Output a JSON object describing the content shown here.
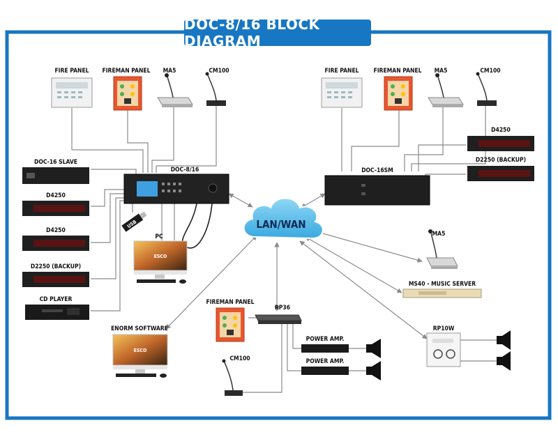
{
  "title": "DOC-8/16 BLOCK DIAGRAM",
  "cloud_label": "LAN/WAN",
  "labels": {
    "fire_panel_left": "FIRE PANEL",
    "fireman_panel_left": "FIREMAN PANEL",
    "ma5_left": "MA5",
    "cm100_left": "CM100",
    "fire_panel_right": "FIRE PANEL",
    "fireman_panel_right": "FIREMAN PANEL",
    "ma5_right": "MA5",
    "cm100_right": "CM100",
    "doc16_slave": "DOC-16 SLAVE",
    "doc816": "DOC-8/16",
    "d4250_left_1": "D4250",
    "d4250_left_2": "D4250",
    "d2250_left": "D2250 (BACKUP)",
    "cd_player": "CD PLAYER",
    "usb": "USB",
    "pc": "PC",
    "enorm_software": "ENORM SOFTWARE",
    "doc16sm": "DOC-16SM",
    "d4250_right": "D4250",
    "d2250_right": "D2250 (BACKUP)",
    "ma5_bottom": "MA5",
    "ms40": "MS40 - MUSIC SERVER",
    "rp10w": "RP10W",
    "fireman_panel_bottom": "FIREMAN PANEL",
    "rp36": "RP36",
    "power_amp_1": "POWER AMP.",
    "power_amp_2": "POWER AMP.",
    "cm100_bottom": "CM100",
    "esco_1": "ESCO",
    "esco_2": "ESCO"
  },
  "colors": {
    "frame": "#1877c2",
    "title_bg": "#1877c2",
    "cloud": "#6cc6ee",
    "lines": "#8a8a8a",
    "panel_red": "#e8572f",
    "rack": "#1f1f1f"
  }
}
